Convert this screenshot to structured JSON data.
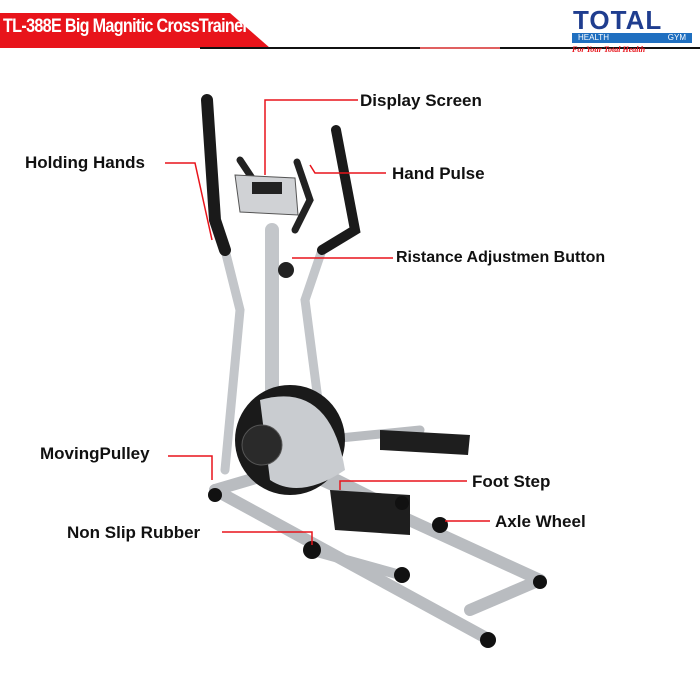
{
  "header": {
    "title": "TL-388E Big Magnitic CrossTrainer",
    "brand": "TOTAL",
    "brand_sub_left": "HEALTH",
    "brand_sub_right": "GYM",
    "tagline": "For Your Total Health",
    "accent": "#e8141b",
    "brand_color": "#1f3d8f"
  },
  "labels": {
    "display_screen": "Display Screen",
    "holding_hands": "Holding Hands",
    "hand_pulse": "Hand Pulse",
    "resistance_button": "Ristance Adjustmen Button",
    "moving_pulley": "MovingPulley",
    "foot_step": "Foot Step",
    "axle_wheel": "Axle Wheel",
    "non_slip_rubber": "Non Slip Rubber"
  }
}
